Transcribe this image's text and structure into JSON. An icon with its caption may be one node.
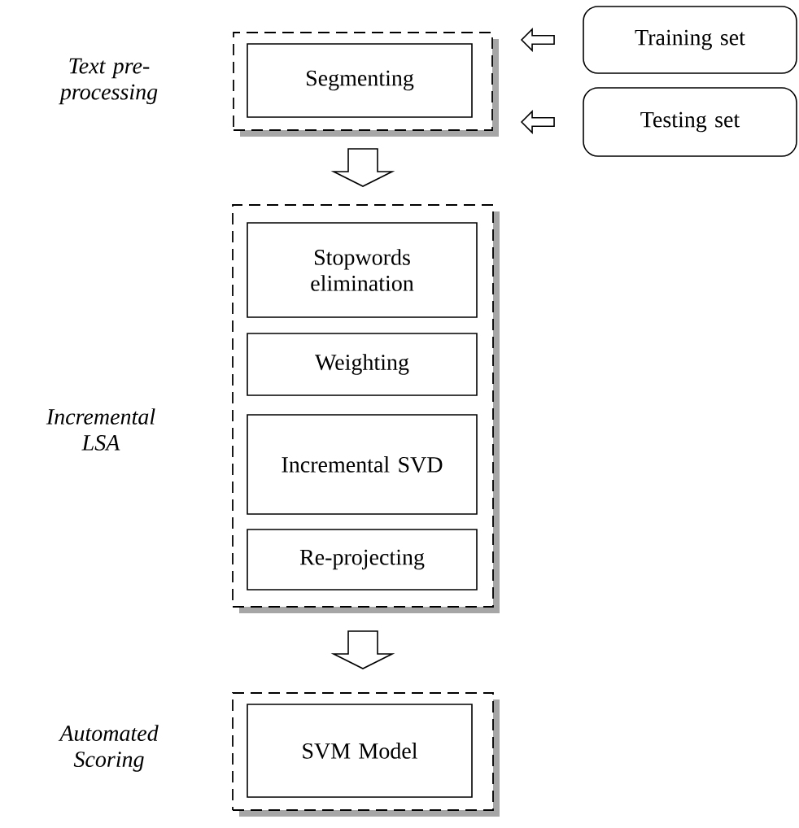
{
  "diagram": {
    "nodes": [
      {
        "text": [
          "Text pre-processing"
        ]
      },
      {
        "text": [
          "Segmenting"
        ],
        "in": 0
      },
      {
        "text": [
          "Training set"
        ]
      },
      {
        "text": [
          "Testing set"
        ]
      },
      {
        "text": [
          "Incremental LSA"
        ]
      },
      {
        "text": [
          "Stopwords elimination"
        ],
        "in": 4
      },
      {
        "text": [
          "Weighting"
        ],
        "in": 4
      },
      {
        "text": [
          "Incremental SVD"
        ],
        "in": 4
      },
      {
        "text": [
          "Re-projecting"
        ],
        "in": 4
      },
      {
        "text": [
          "Automated Scoring"
        ]
      },
      {
        "text": [
          "SVM Model"
        ],
        "in": 9
      }
    ],
    "edges": [
      {
        "from": 2,
        "to": 0,
        "arrow": "to"
      },
      {
        "from": 3,
        "to": 0,
        "arrow": "to"
      },
      {
        "from": 0,
        "to": 4,
        "arrow": "to"
      },
      {
        "from": 4,
        "to": 9,
        "arrow": "to"
      }
    ]
  }
}
